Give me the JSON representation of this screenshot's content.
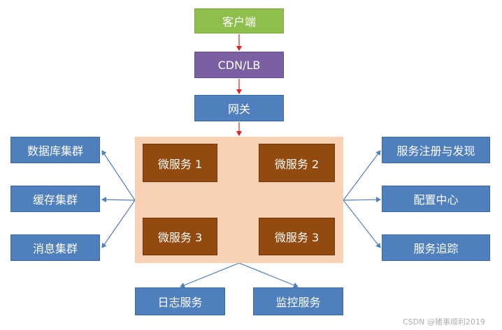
{
  "top": {
    "client": "客户端",
    "cdn": "CDN/LB",
    "gateway": "网关"
  },
  "microservices": {
    "ms_top_left": "微服务 1",
    "ms_top_right": "微服务 2",
    "ms_bottom_left": "微服务 3",
    "ms_bottom_right": "微服务 3"
  },
  "left": {
    "database": "数据库集群",
    "cache": "缓存集群",
    "message": "消息集群"
  },
  "right": {
    "registry": "服务注册与发现",
    "config": "配置中心",
    "tracing": "服务追踪"
  },
  "bottom": {
    "logging": "日志服务",
    "monitoring": "监控服务"
  },
  "watermark": "CSDN @猪事顺利2019",
  "colors": {
    "client": "#8fbe4c",
    "cdn": "#7b5fa3",
    "blue_box": "#4f7fbd",
    "microservice": "#934a0e",
    "cluster_bg": "#f9d2b5",
    "flow_arrow": "#e02020",
    "link_line": "#4f7fbd"
  }
}
